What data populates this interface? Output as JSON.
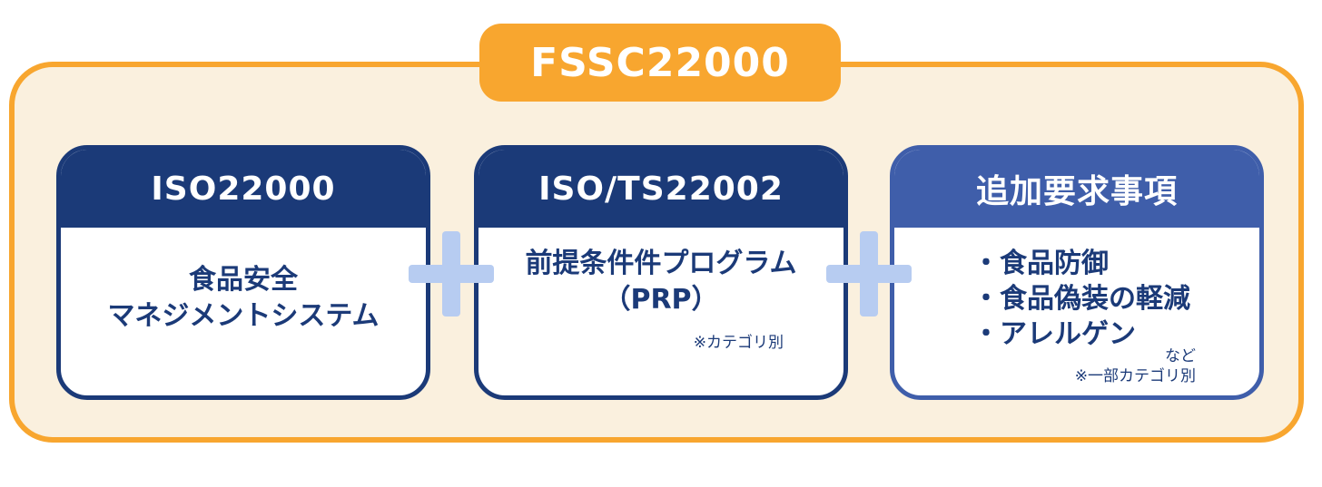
{
  "title": "FSSC22000",
  "cards": [
    {
      "header": "ISO22000",
      "lines": [
        "食品安全",
        "マネジメントシステム"
      ]
    },
    {
      "header": "ISO/TS22002",
      "lines": [
        "前提条件件プログラム",
        "（PRP）"
      ],
      "note": "※カテゴリ別"
    },
    {
      "header": "追加要求事項",
      "bullets": [
        "食品防御",
        "食品偽装の軽減",
        "アレルゲン"
      ],
      "bullet_marker": "・",
      "etc": "など",
      "note": "※一部カテゴリ別"
    }
  ],
  "colors": {
    "accent_orange": "#f8a62f",
    "frame_fill": "#faf0de",
    "navy": "#1b3a78",
    "blue": "#3f5eaa",
    "plus": "#b7ccf1"
  },
  "icons": [
    "plus-icon",
    "plus-icon"
  ]
}
